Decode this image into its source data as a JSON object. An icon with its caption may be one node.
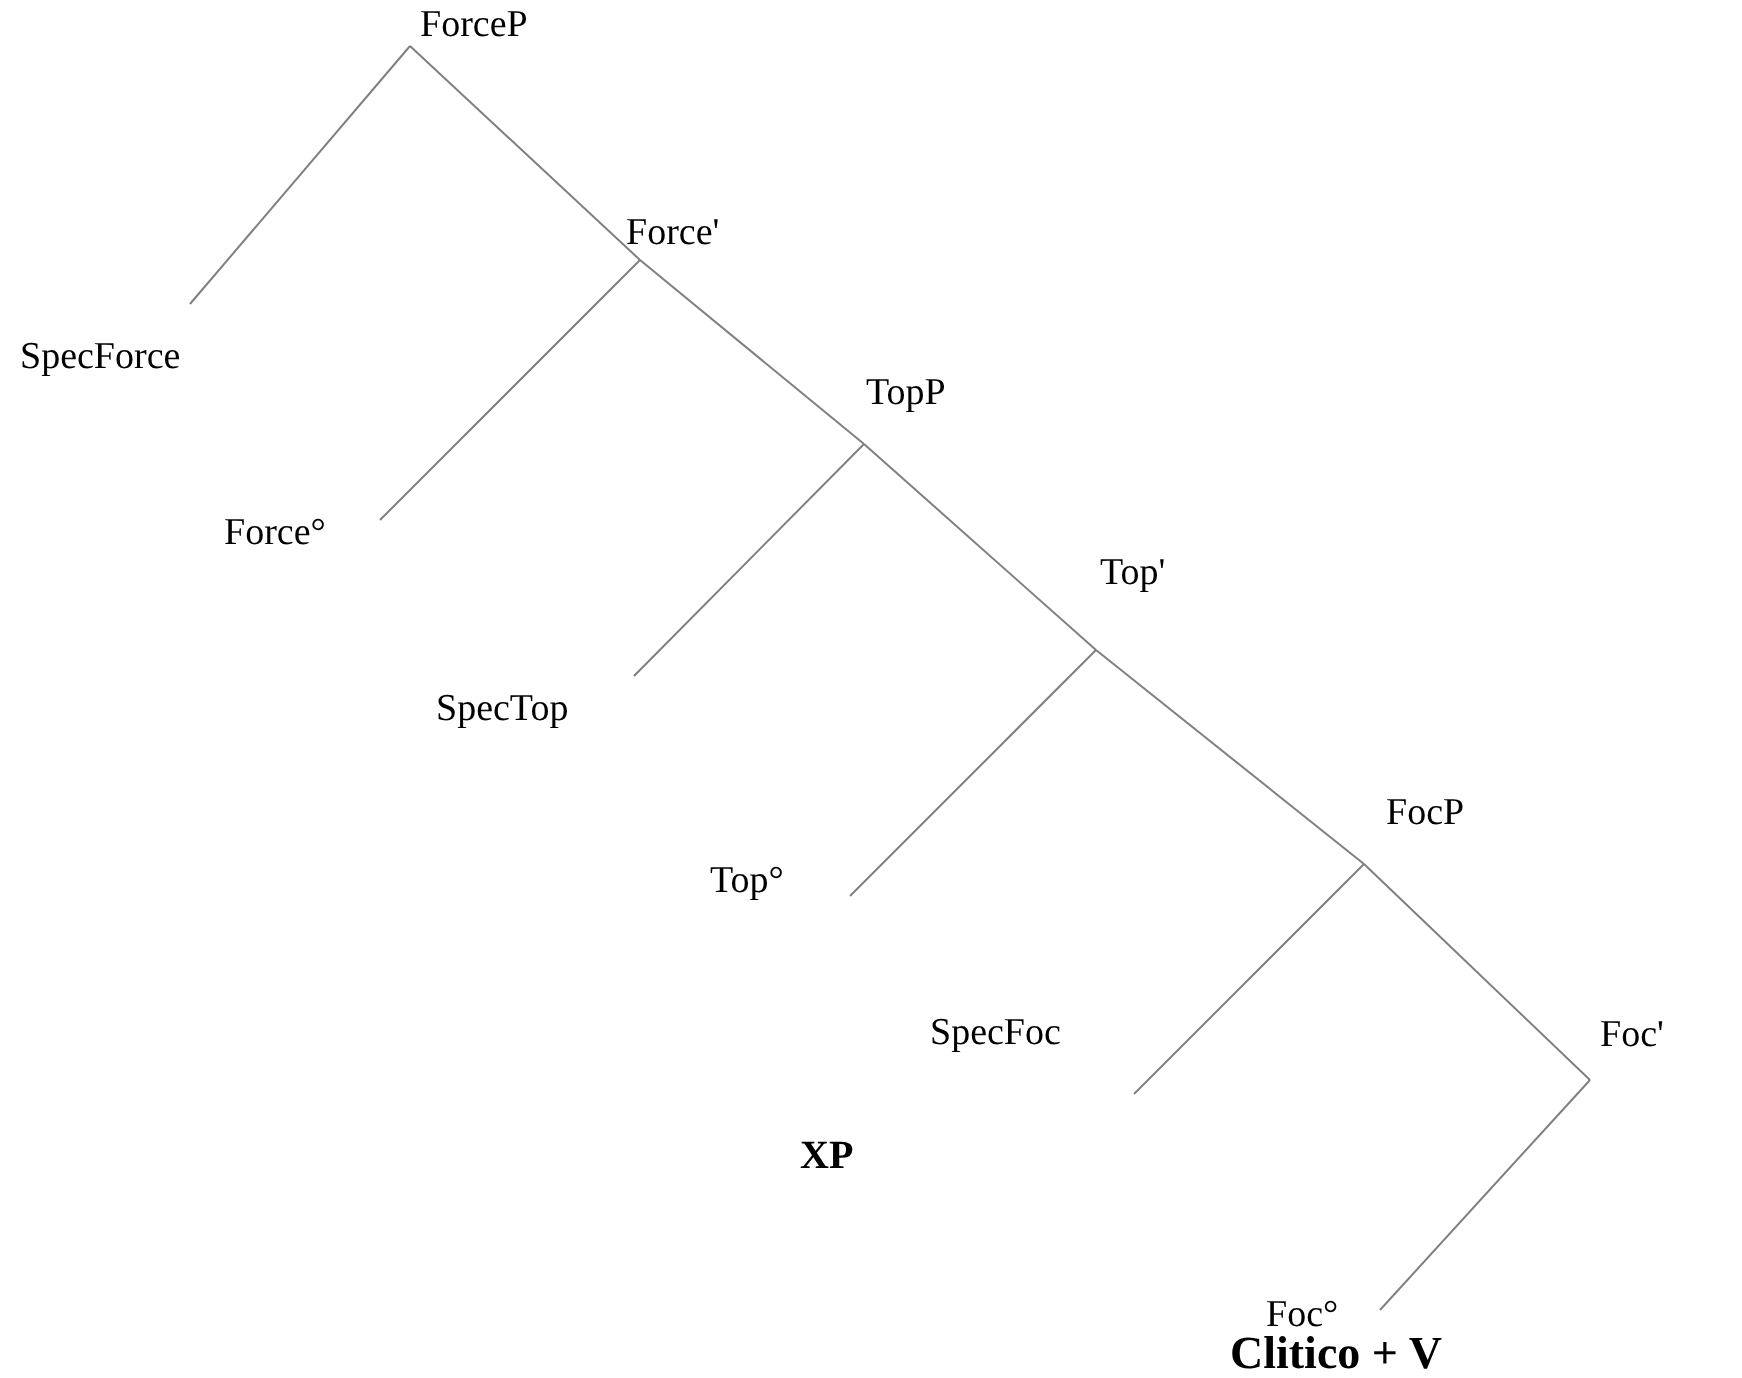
{
  "diagram": {
    "nodes": [
      {
        "text": [
          "ForceP"
        ]
      },
      {
        "text": [
          "SpecForce"
        ]
      },
      {
        "text": [
          "Force'"
        ]
      },
      {
        "text": [
          "Force°"
        ]
      },
      {
        "text": [
          "TopP"
        ]
      },
      {
        "text": [
          "SpecTop"
        ]
      },
      {
        "text": [
          "Top'"
        ]
      },
      {
        "text": [
          "Top°"
        ]
      },
      {
        "text": [
          "FocP"
        ]
      },
      {
        "text": [
          "SpecFoc"
        ],
        "beside": [
          "XP"
        ]
      },
      {
        "text": [
          "Foc'"
        ]
      },
      {
        "text": [
          "Foc°"
        ],
        "beside": [
          "Clitico + V"
        ]
      }
    ],
    "edges": [
      {
        "from": 0,
        "to": 1,
        "arrow": "none"
      },
      {
        "from": 0,
        "to": 2,
        "arrow": "none"
      },
      {
        "from": 2,
        "to": 3,
        "arrow": "none"
      },
      {
        "from": 2,
        "to": 4,
        "arrow": "none"
      },
      {
        "from": 4,
        "to": 5,
        "arrow": "none"
      },
      {
        "from": 4,
        "to": 6,
        "arrow": "none"
      },
      {
        "from": 6,
        "to": 7,
        "arrow": "none"
      },
      {
        "from": 6,
        "to": 8,
        "arrow": "none"
      },
      {
        "from": 8,
        "to": 9,
        "arrow": "none"
      },
      {
        "from": 8,
        "to": 10,
        "arrow": "none"
      },
      {
        "from": 10,
        "to": 11,
        "arrow": "none"
      }
    ]
  }
}
